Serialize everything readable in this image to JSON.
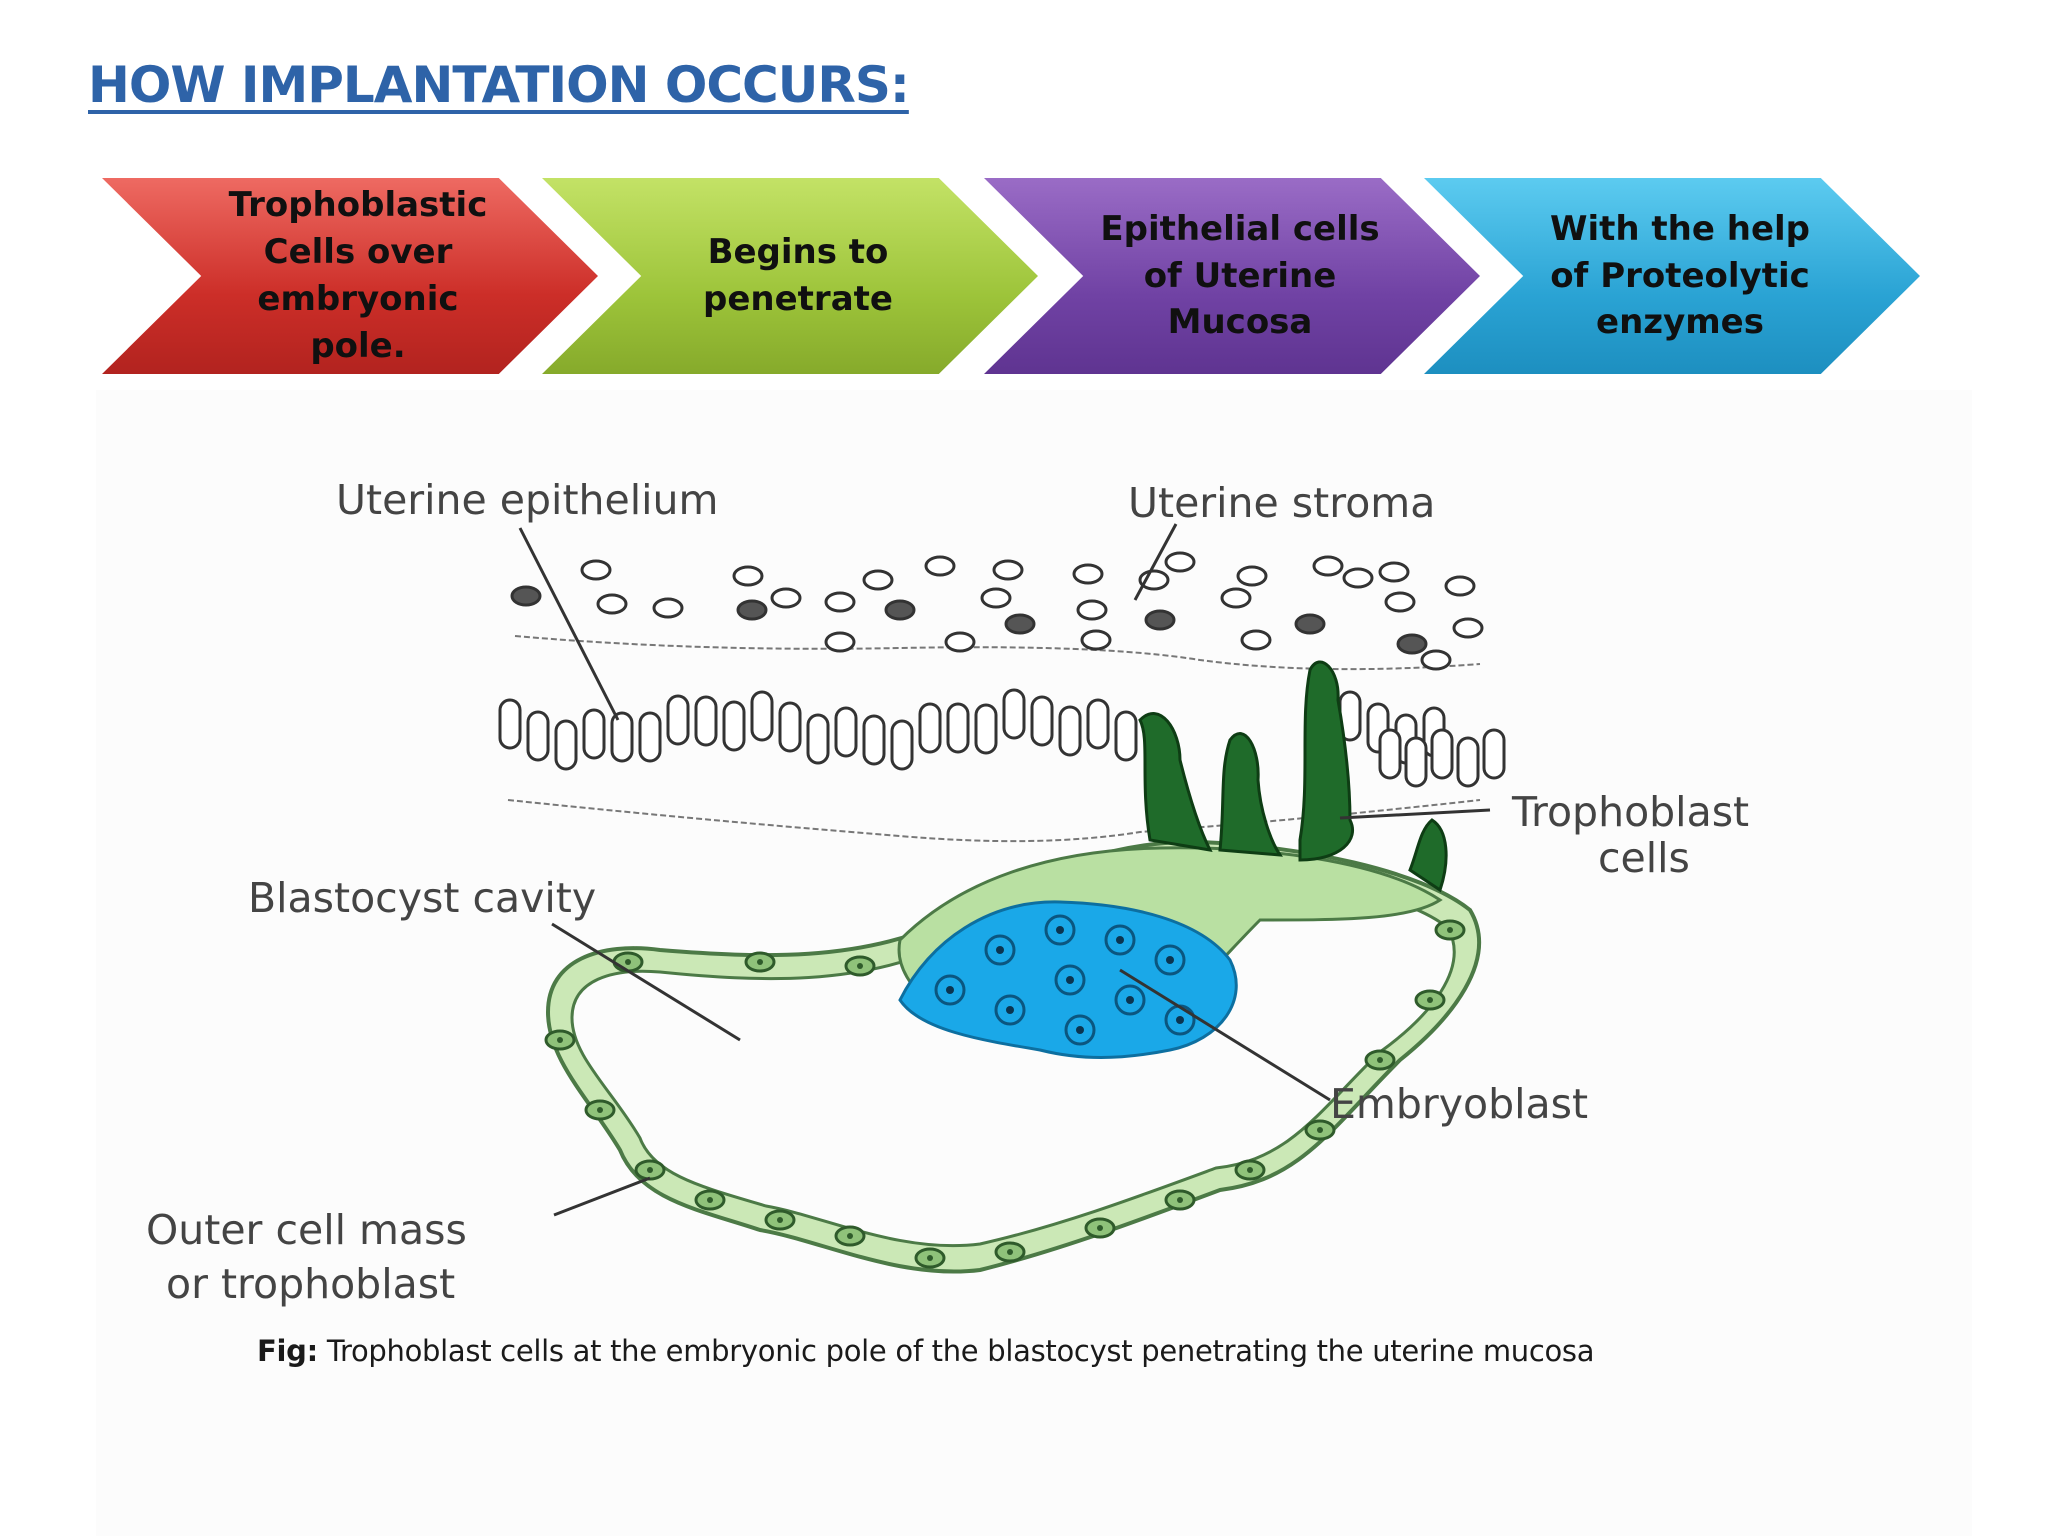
{
  "title": "HOW IMPLANTATION OCCURS:",
  "steps": [
    {
      "text": "Trophoblastic Cells over embryonic pole."
    },
    {
      "text": "Begins to penetrate"
    },
    {
      "text": "Epithelial cells of Uterine Mucosa"
    },
    {
      "text": "With the help of Proteolytic enzymes"
    }
  ],
  "colors": {
    "title": "#2e63a8",
    "step_1": "#cc2e28",
    "step_2": "#9dc43a",
    "step_3": "#7042a4",
    "step_4": "#2aa3d4",
    "trophoblast_cells": "#1f6b2a",
    "embryoblast": "#1aa8e8",
    "outer_cell_mass": "#cbe8b6"
  },
  "diagram": {
    "labels": {
      "uterine_epithelium": "Uterine epithelium",
      "uterine_stroma": "Uterine stroma",
      "trophoblast_cells_line1": "Trophoblast",
      "trophoblast_cells_line2": "cells",
      "blastocyst_cavity": "Blastocyst cavity",
      "embryoblast": "Embryoblast",
      "outer_cell_mass_line1": "Outer cell mass",
      "outer_cell_mass_line2": "or trophoblast"
    }
  },
  "caption": {
    "prefix": "Fig:",
    "text": " Trophoblast cells at the embryonic pole of the blastocyst penetrating the uterine mucosa"
  }
}
